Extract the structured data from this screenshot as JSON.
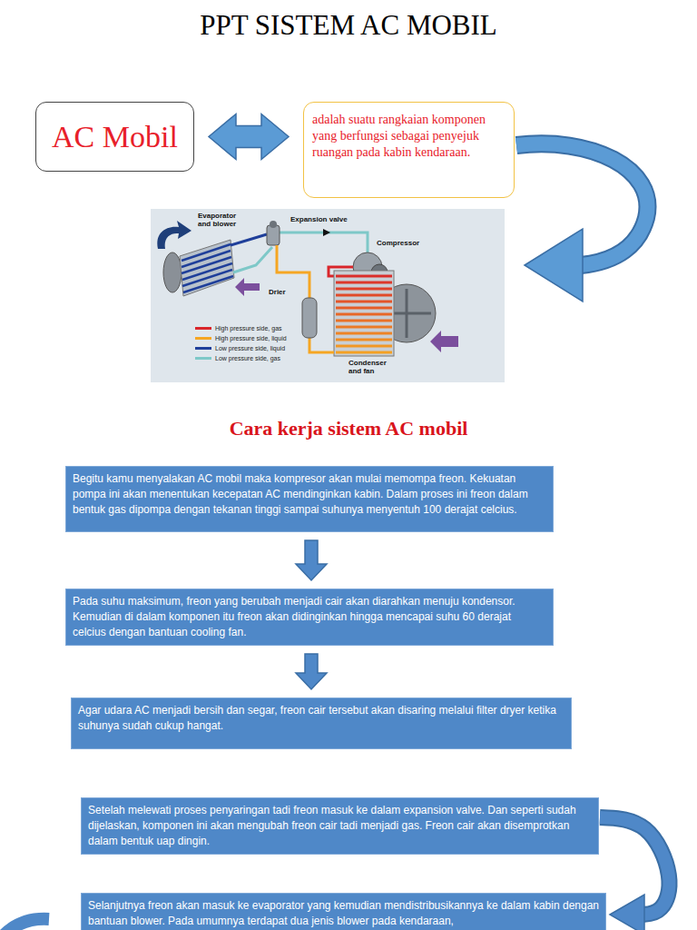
{
  "diagram": {
    "title": "PPT SISTEM AC MOBIL",
    "nodes": [
      {
        "text": [
          "AC Mobil"
        ]
      },
      {
        "text": [
          "adalah suatu rangkaian komponen yang berfungsi sebagai penyejuk ruangan pada kabin kendaraan."
        ]
      },
      {
        "text": [
          "Begitu kamu menyalakan AC mobil maka kompresor akan mulai memompa freon. Kekuatan pompa ini akan menentukan kecepatan AC mendinginkan kabin. Dalam proses ini freon dalam bentuk gas dipompa dengan tekanan tinggi sampai suhunya menyentuh 100 derajat celcius."
        ]
      },
      {
        "text": [
          "Pada suhu maksimum, freon yang berubah menjadi cair akan diarahkan menuju kondensor. Kemudian di dalam komponen itu freon akan didinginkan hingga mencapai suhu 60 derajat celcius dengan bantuan cooling fan."
        ]
      },
      {
        "text": [
          "Agar udara AC menjadi bersih dan segar, freon cair tersebut akan disaring melalui filter dryer ketika suhunya sudah cukup hangat."
        ]
      },
      {
        "text": [
          "Setelah melewati proses penyaringan tadi freon masuk ke dalam expansion valve. Dan seperti sudah dijelaskan, komponen ini akan mengubah freon cair tadi menjadi gas. Freon cair akan disemprotkan dalam bentuk uap dingin."
        ]
      },
      {
        "text": [
          "Selanjutnya freon akan masuk ke evaporator yang kemudian mendistribusikannya ke dalam kabin dengan bantuan blower. Pada umumnya terdapat dua jenis blower pada kendaraan,"
        ]
      }
    ],
    "edges": [
      {
        "from": 0,
        "to": 1,
        "arrow": "both"
      },
      {
        "from": 2,
        "to": 3,
        "arrow": "to"
      },
      {
        "from": 3,
        "to": 4,
        "arrow": "to"
      },
      {
        "from": 5,
        "to": 6,
        "arrow": "to"
      }
    ],
    "labels": [
      "Cara kerja sistem AC mobil",
      "Evaporator and blower",
      "Expansion valve",
      "Compressor",
      "Drier",
      "Condenser and fan"
    ],
    "legend": [
      {
        "text": "High pressure side, gas",
        "color": "#d9262b"
      },
      {
        "text": "High pressure side, liquid",
        "color": "#f5a623"
      },
      {
        "text": "Low pressure side, liquid",
        "color": "#1f3f9a"
      },
      {
        "text": "Low pressure side, gas",
        "color": "#7ec8c8"
      }
    ]
  }
}
